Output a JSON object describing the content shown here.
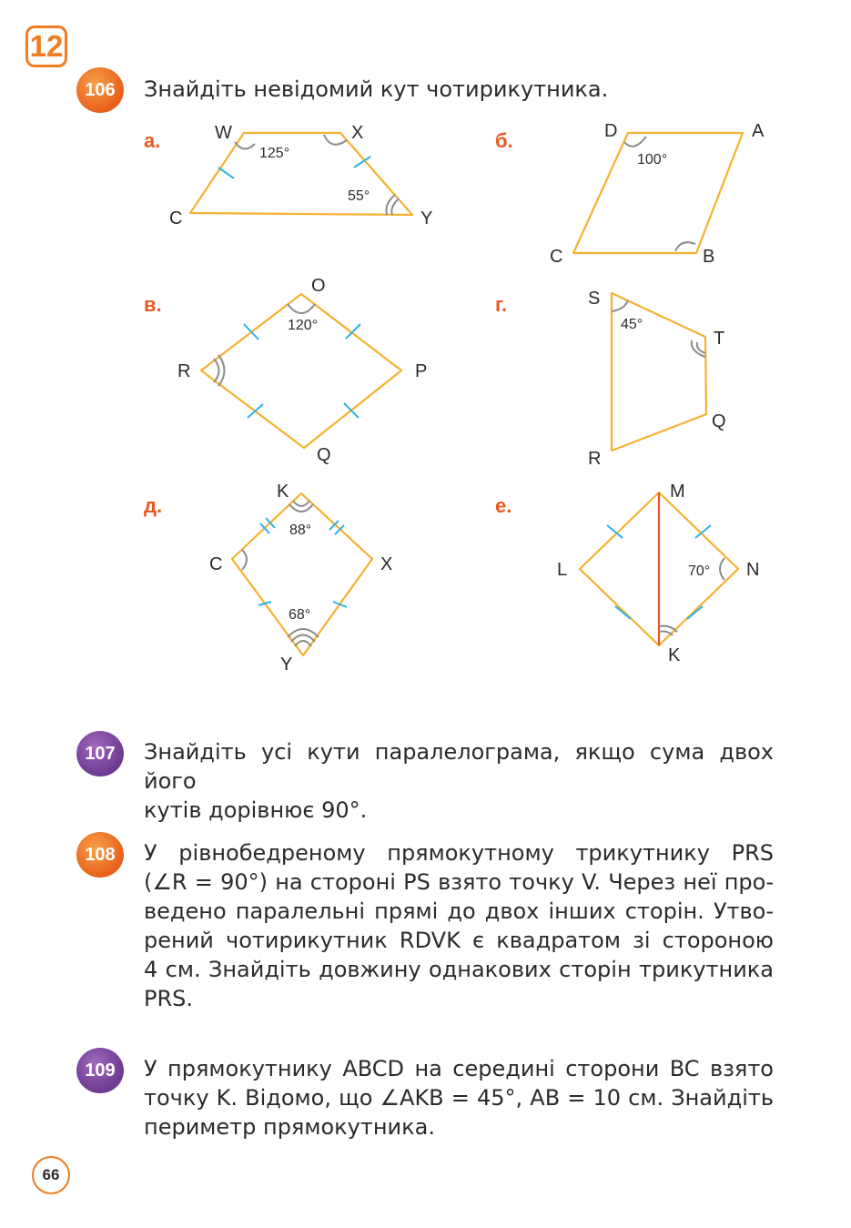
{
  "chapter": "12",
  "page_number": "66",
  "tasks": {
    "t106": {
      "number": "106",
      "text": "Знайдіть невідомий кут чотирикутника.",
      "figures": {
        "a": {
          "label": "а.",
          "W": "W",
          "X": "X",
          "Y": "Y",
          "C": "C",
          "angle_w": "125°",
          "angle_y": "55°"
        },
        "b": {
          "label": "б.",
          "D": "D",
          "A": "A",
          "B": "B",
          "C": "C",
          "angle_d": "100°"
        },
        "v": {
          "label": "в.",
          "O": "O",
          "P": "P",
          "Q": "Q",
          "R": "R",
          "angle_o": "120°"
        },
        "g": {
          "label": "г.",
          "S": "S",
          "T": "T",
          "Q": "Q",
          "R": "R",
          "angle_s": "45°"
        },
        "d": {
          "label": "д.",
          "K": "K",
          "X": "X",
          "Y": "Y",
          "C": "C",
          "angle_k": "88°",
          "angle_y": "68°"
        },
        "e": {
          "label": "е.",
          "M": "M",
          "N": "N",
          "K": "K",
          "L": "L",
          "angle_n": "70°"
        }
      }
    },
    "t107": {
      "number": "107",
      "lines": [
        "Знайдіть усі кути паралелограма, якщо сума двох його",
        "кутів дорівнює 90°."
      ]
    },
    "t108": {
      "number": "108",
      "lines": [
        "У рівнобедреному прямокутному трикутнику PRS",
        "(∠R = 90°) на стороні PS взято точку V. Через неї про-",
        "ведено паралельні прямі до двох інших сторін. Утво-",
        "рений чотирикутник RDVK є квадратом зі стороною",
        "4 см. Знайдіть довжину однакових сторін трикутника",
        "PRS."
      ]
    },
    "t109": {
      "number": "109",
      "lines": [
        "У прямокутнику ABCD на середині сторони BC взято",
        "точку K. Відомо, що ∠AKB = 45°, AB = 10 см. Знайдіть",
        "периметр прямокутника."
      ]
    }
  },
  "colors": {
    "accent_orange": "#ef7d22",
    "badge_purple": "#6c3a90",
    "figure_stroke": "#f5b12f",
    "tick_marks": "#2ab3e6",
    "diagonal": "#e8552b",
    "angle_arcs": "#8c8c8c"
  }
}
